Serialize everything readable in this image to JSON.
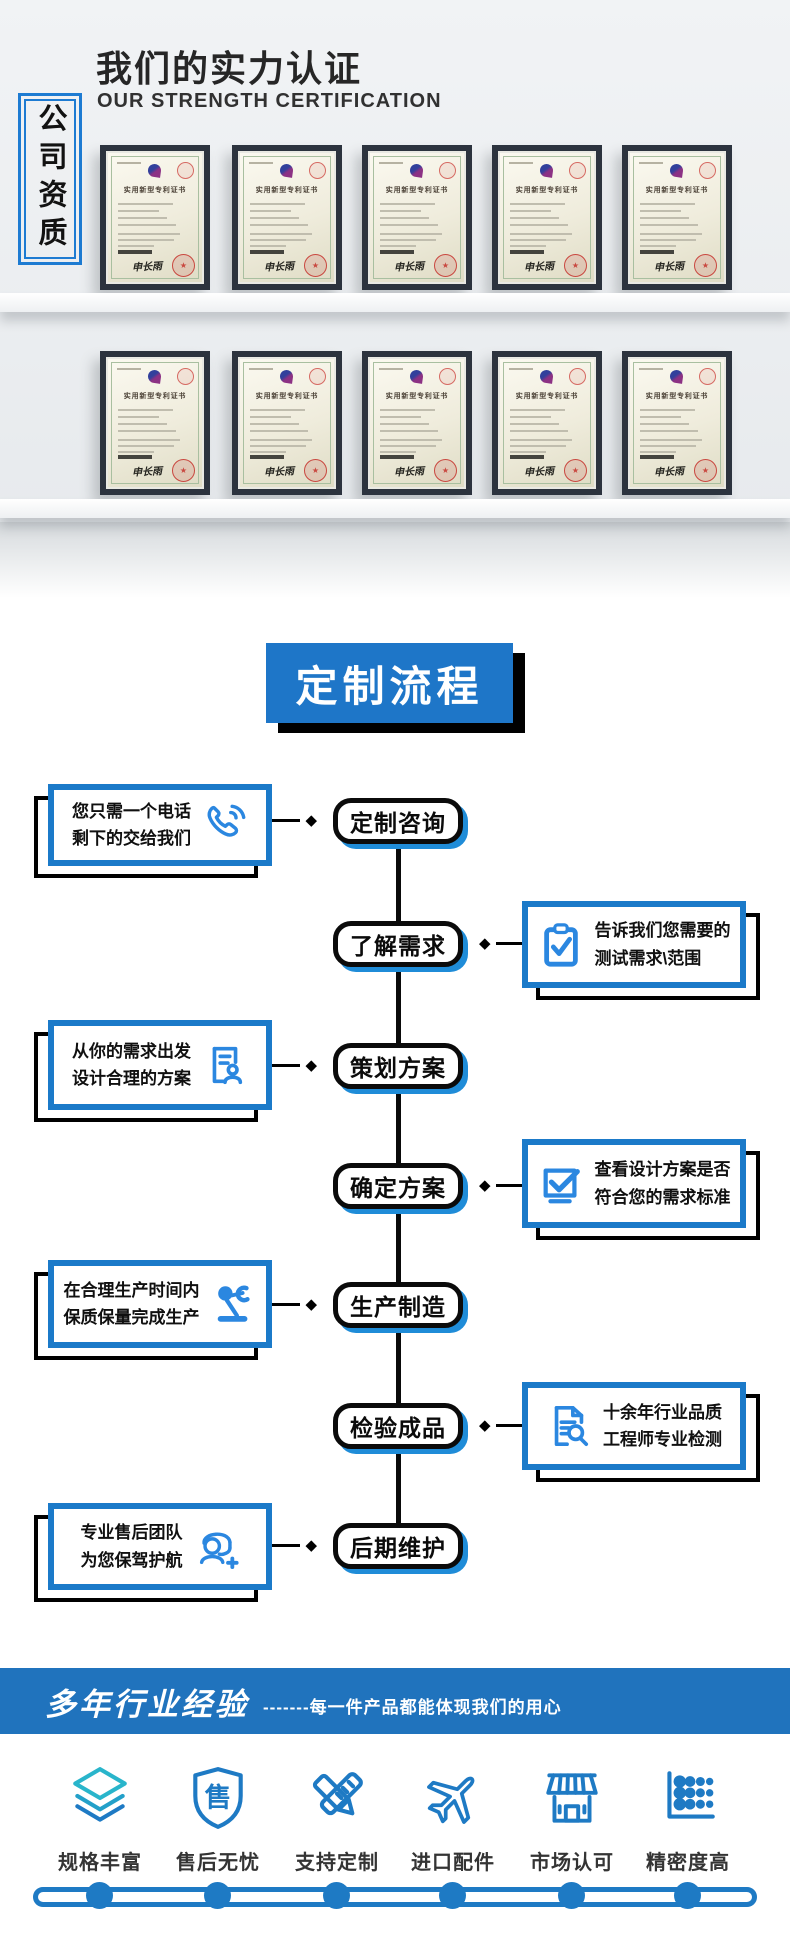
{
  "cert_section": {
    "vertical_label": "公司资质",
    "title": "我们的实力认证",
    "subtitle": "OUR STRENGTH CERTIFICATION",
    "certificate_title": "实用新型专利证书",
    "signature": "申长雨",
    "rows": 2,
    "frames_per_row": 5
  },
  "flow_section": {
    "banner": "定制流程",
    "steps": [
      {
        "label": "定制咨询",
        "side": "left",
        "icon": "phone-icon",
        "note_lines": [
          "您只需一个电话",
          "剩下的交给我们"
        ]
      },
      {
        "label": "了解需求",
        "side": "right",
        "icon": "clipboard-check-icon",
        "note_lines": [
          "告诉我们您需要的",
          "测试需求\\范围"
        ]
      },
      {
        "label": "策划方案",
        "side": "left",
        "icon": "document-person-icon",
        "note_lines": [
          "从你的需求出发",
          "设计合理的方案"
        ]
      },
      {
        "label": "确定方案",
        "side": "right",
        "icon": "checkbox-icon",
        "note_lines": [
          "查看设计方案是否",
          "符合您的需求标准"
        ]
      },
      {
        "label": "生产制造",
        "side": "left",
        "icon": "robot-arm-icon",
        "note_lines": [
          "在合理生产时间内",
          "保质保量完成生产"
        ]
      },
      {
        "label": "检验成品",
        "side": "right",
        "icon": "document-search-icon",
        "note_lines": [
          "十余年行业品质",
          "工程师专业检测"
        ]
      },
      {
        "label": "后期维护",
        "side": "left",
        "icon": "headset-person-icon",
        "note_lines": [
          "专业售后团队",
          "为您保驾护航"
        ]
      }
    ]
  },
  "experience_section": {
    "title": "多年行业经验",
    "tagline": "-------每一件产品都能体现我们的用心",
    "shield_char": "售",
    "features": [
      {
        "label": "规格丰富",
        "icon": "layers-icon"
      },
      {
        "label": "售后无忧",
        "icon": "shield-icon"
      },
      {
        "label": "支持定制",
        "icon": "pencil-ruler-icon"
      },
      {
        "label": "进口配件",
        "icon": "airplane-icon"
      },
      {
        "label": "市场认可",
        "icon": "storefront-icon"
      },
      {
        "label": "精密度高",
        "icon": "dot-chart-icon"
      }
    ]
  },
  "colors": {
    "accent_blue": "#1b7ac9",
    "pill_shadow_blue": "#1f8cd8",
    "band_blue": "#2073bd",
    "icon_blue": "#1e7ac4",
    "teal": "#29b5cb",
    "frame_dark": "#2c333e"
  }
}
